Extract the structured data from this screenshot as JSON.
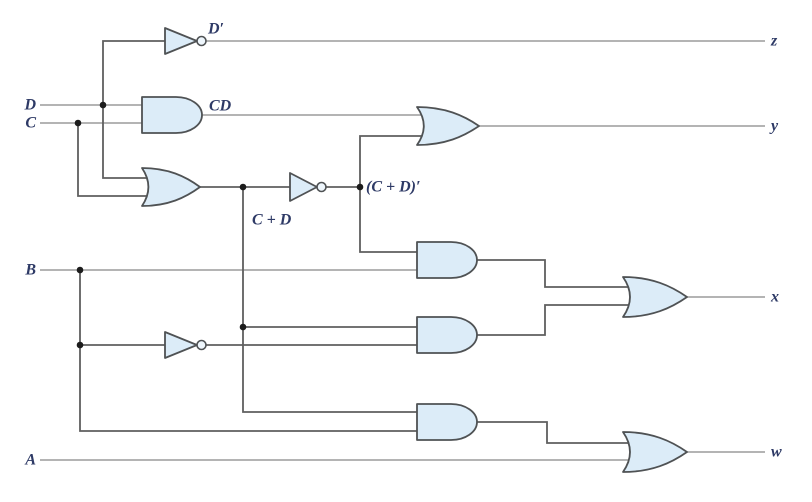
{
  "diagram": {
    "kind": "combinational-logic-circuit-schematic",
    "inputs": {
      "d": "D",
      "c": "C",
      "b": "B",
      "a": "A"
    },
    "outputs": {
      "z": "z",
      "y": "y",
      "x": "x",
      "w": "w"
    },
    "signals": {
      "d_prime": "D′",
      "cd": "CD",
      "c_or_d": "C + D",
      "c_or_d_prime": "(C + D)′"
    },
    "gates": [
      {
        "name": "not-gate-d",
        "type": "NOT",
        "in": [
          "D"
        ],
        "out": "D′"
      },
      {
        "name": "and-gate-cd",
        "type": "AND",
        "in": [
          "D",
          "C"
        ],
        "out": "CD"
      },
      {
        "name": "or-gate-c-d",
        "type": "OR",
        "in": [
          "D",
          "C"
        ],
        "out": "C + D"
      },
      {
        "name": "not-gate-c-or-d",
        "type": "NOT",
        "in": [
          "C + D"
        ],
        "out": "(C + D)′"
      },
      {
        "name": "or-gate-y",
        "type": "OR",
        "in": [
          "CD",
          "(C + D)′"
        ],
        "out": "y"
      },
      {
        "name": "and-gate-x1",
        "type": "AND",
        "in": [
          "(C + D)′",
          "B"
        ],
        "out": "or-gate-x"
      },
      {
        "name": "not-gate-b",
        "type": "NOT",
        "in": [
          "B"
        ],
        "out": "B′"
      },
      {
        "name": "and-gate-x2",
        "type": "AND",
        "in": [
          "C + D",
          "B′"
        ],
        "out": "or-gate-x"
      },
      {
        "name": "or-gate-x",
        "type": "OR",
        "in": [
          "and-gate-x1",
          "and-gate-x2"
        ],
        "out": "x"
      },
      {
        "name": "and-gate-w",
        "type": "AND",
        "in": [
          "C + D",
          "B"
        ],
        "out": "or-gate-w"
      },
      {
        "name": "or-gate-w",
        "type": "OR",
        "in": [
          "and-gate-w",
          "A"
        ],
        "out": "w"
      }
    ],
    "colors": {
      "gate_fill": "#dcecf8",
      "gate_stroke": "#4f5254",
      "wire_light": "#9c9c9c",
      "wire_dark": "#5f5f5f",
      "junction": "#1c1c1c",
      "label": "#2e3a66",
      "background": "#ffffff"
    }
  }
}
